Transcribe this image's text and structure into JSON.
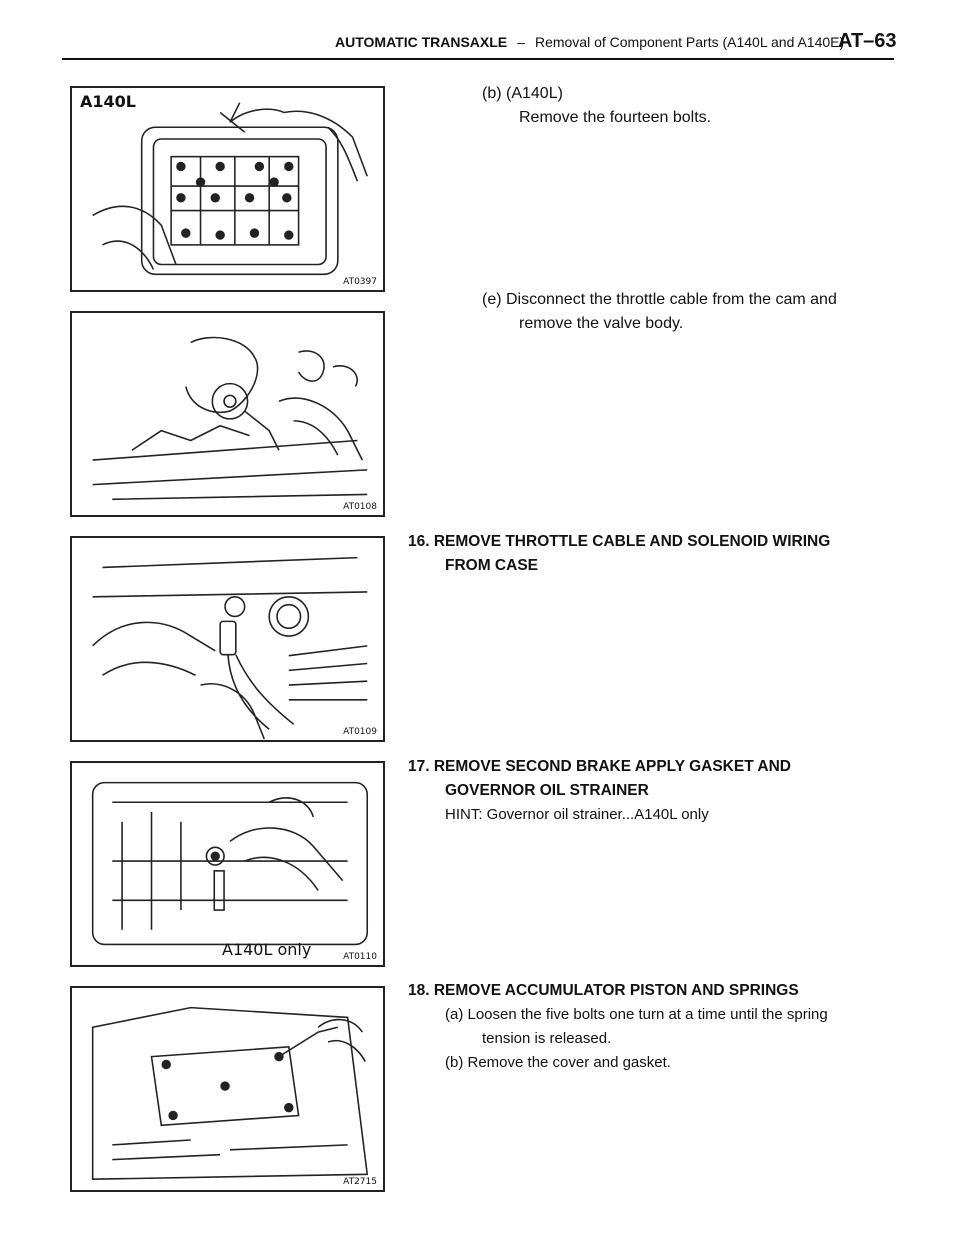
{
  "header": {
    "section": "AUTOMATIC TRANSAXLE",
    "dash": "–",
    "subtitle": "Removal of Component Parts (A140L and A140E)",
    "page_number": "AT–63"
  },
  "figures": [
    {
      "code": "AT0397",
      "label": "A140L"
    },
    {
      "code": "AT0108"
    },
    {
      "code": "AT0109"
    },
    {
      "code": "AT0110",
      "label": "A140L only"
    },
    {
      "code": "AT2715"
    }
  ],
  "steps": {
    "s15b": {
      "line1": "(b) (A140L)",
      "line2": "Remove the fourteen bolts."
    },
    "s15e": {
      "line1": "(e) Disconnect the throttle cable from the cam and",
      "line2": "remove the valve body."
    },
    "s16": {
      "line1": "16. REMOVE THROTTLE CABLE AND SOLENOID WIRING",
      "line2": "FROM CASE"
    },
    "s17": {
      "line1": "17. REMOVE SECOND BRAKE APPLY GASKET AND",
      "line2": "GOVERNOR OIL STRAINER",
      "hint": "HINT: Governor oil strainer...A140L only"
    },
    "s18": {
      "line1": "18. REMOVE ACCUMULATOR PISTON AND SPRINGS",
      "a1": "(a) Loosen the five bolts one turn at a time until the spring",
      "a2": "tension is released.",
      "b": "(b) Remove the cover and gasket."
    }
  }
}
